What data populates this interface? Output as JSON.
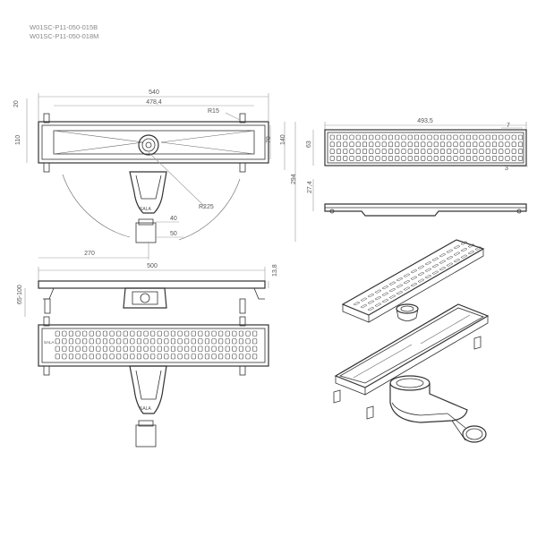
{
  "product_codes": [
    "W01SC-P11-050-015B",
    "W01SC-P11-050-018M"
  ],
  "top_view": {
    "width_overall": "540",
    "width_inner": "478,4",
    "height_overall": "110",
    "height_side": "70",
    "height_right": "140",
    "height_total": "294",
    "flange": "20",
    "radius_small": "R15",
    "radius_large": "R225",
    "outlet_a": "40",
    "outlet_b": "50",
    "offset_left": "270"
  },
  "side_view": {
    "length": "500",
    "thickness": "13,8",
    "height_range": "65-100"
  },
  "grate_detail": {
    "length": "493,5",
    "width": "63",
    "slot_pitch": "7",
    "slot_size": "3",
    "thickness": "27,4"
  },
  "brand": "SALA"
}
